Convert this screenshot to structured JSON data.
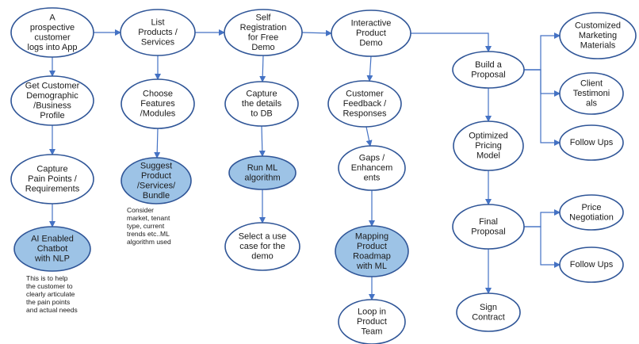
{
  "colors": {
    "node_stroke": "#2F5597",
    "node_fill": "#FFFFFF",
    "highlight_fill": "#9DC3E6",
    "arrow": "#4472C4",
    "text": "#1A1A1A"
  },
  "nodes": [
    {
      "id": "login",
      "lines": [
        "A",
        "prospective",
        "customer",
        "logs into App"
      ],
      "highlight": false
    },
    {
      "id": "demographic",
      "lines": [
        "Get Customer",
        "Demographic",
        "/Business",
        "Profile"
      ],
      "highlight": false
    },
    {
      "id": "pain",
      "lines": [
        "Capture",
        "Pain Points /",
        "Requirements"
      ],
      "highlight": false
    },
    {
      "id": "chatbot",
      "lines": [
        "AI Enabled",
        "Chatbot",
        "with NLP"
      ],
      "highlight": true
    },
    {
      "id": "list",
      "lines": [
        "List",
        "Products /",
        "Services"
      ],
      "highlight": false
    },
    {
      "id": "features",
      "lines": [
        "Choose",
        "Features",
        "/Modules"
      ],
      "highlight": false
    },
    {
      "id": "suggest",
      "lines": [
        "Suggest",
        "Product",
        "/Services/",
        "Bundle"
      ],
      "highlight": true
    },
    {
      "id": "selfreg",
      "lines": [
        "Self",
        "Registration",
        "for Free",
        "Demo"
      ],
      "highlight": false
    },
    {
      "id": "capture",
      "lines": [
        "Capture",
        "the details",
        "to DB"
      ],
      "highlight": false
    },
    {
      "id": "runml",
      "lines": [
        "Run ML",
        "algorithm"
      ],
      "highlight": true
    },
    {
      "id": "usecase",
      "lines": [
        "Select a use",
        "case for the",
        "demo"
      ],
      "highlight": false
    },
    {
      "id": "demo",
      "lines": [
        "Interactive",
        "Product",
        "Demo"
      ],
      "highlight": false
    },
    {
      "id": "feedback",
      "lines": [
        "Customer",
        "Feedback /",
        "Responses"
      ],
      "highlight": false
    },
    {
      "id": "gaps",
      "lines": [
        "Gaps /",
        "Enhancem",
        "ents"
      ],
      "highlight": false
    },
    {
      "id": "mapping",
      "lines": [
        "Mapping",
        "Product",
        "Roadmap",
        "with ML"
      ],
      "highlight": true
    },
    {
      "id": "loop",
      "lines": [
        "Loop in",
        "Product",
        "Team"
      ],
      "highlight": false
    },
    {
      "id": "proposal",
      "lines": [
        "Build a",
        "Proposal"
      ],
      "highlight": false
    },
    {
      "id": "pricing",
      "lines": [
        "Optimized",
        "Pricing",
        "Model"
      ],
      "highlight": false
    },
    {
      "id": "final",
      "lines": [
        "Final",
        "Proposal"
      ],
      "highlight": false
    },
    {
      "id": "sign",
      "lines": [
        "Sign",
        "Contract"
      ],
      "highlight": false
    },
    {
      "id": "marketing",
      "lines": [
        "Customized",
        "Marketing",
        "Materials"
      ],
      "highlight": false
    },
    {
      "id": "testimonials",
      "lines": [
        "Client",
        "Testimoni",
        "als"
      ],
      "highlight": false
    },
    {
      "id": "followups1",
      "lines": [
        "Follow Ups"
      ],
      "highlight": false
    },
    {
      "id": "negotiation",
      "lines": [
        "Price",
        "Negotiation"
      ],
      "highlight": false
    },
    {
      "id": "followups2",
      "lines": [
        "Follow Ups"
      ],
      "highlight": false
    }
  ],
  "edges": [
    {
      "from": "login",
      "to": "list"
    },
    {
      "from": "list",
      "to": "selfreg"
    },
    {
      "from": "selfreg",
      "to": "demo"
    },
    {
      "from": "demo",
      "to": "proposal"
    },
    {
      "from": "login",
      "to": "demographic"
    },
    {
      "from": "demographic",
      "to": "pain"
    },
    {
      "from": "pain",
      "to": "chatbot"
    },
    {
      "from": "list",
      "to": "features"
    },
    {
      "from": "features",
      "to": "suggest"
    },
    {
      "from": "selfreg",
      "to": "capture"
    },
    {
      "from": "capture",
      "to": "runml"
    },
    {
      "from": "runml",
      "to": "usecase"
    },
    {
      "from": "demo",
      "to": "feedback"
    },
    {
      "from": "feedback",
      "to": "gaps"
    },
    {
      "from": "gaps",
      "to": "mapping"
    },
    {
      "from": "mapping",
      "to": "loop"
    },
    {
      "from": "proposal",
      "to": "pricing"
    },
    {
      "from": "pricing",
      "to": "final"
    },
    {
      "from": "final",
      "to": "sign"
    },
    {
      "from": "proposal",
      "to": "marketing"
    },
    {
      "from": "proposal",
      "to": "testimonials"
    },
    {
      "from": "proposal",
      "to": "followups1"
    },
    {
      "from": "final",
      "to": "negotiation"
    },
    {
      "from": "final",
      "to": "followups2"
    }
  ],
  "notes": [
    {
      "id": "chatbot-note",
      "lines": [
        "This is to help",
        "the customer to",
        "clearly articulate",
        "the pain points",
        "and actual needs"
      ]
    },
    {
      "id": "suggest-note",
      "lines": [
        "Consider",
        "market, tenant",
        "type, current",
        "trends etc..ML",
        "algorithm used"
      ]
    }
  ]
}
